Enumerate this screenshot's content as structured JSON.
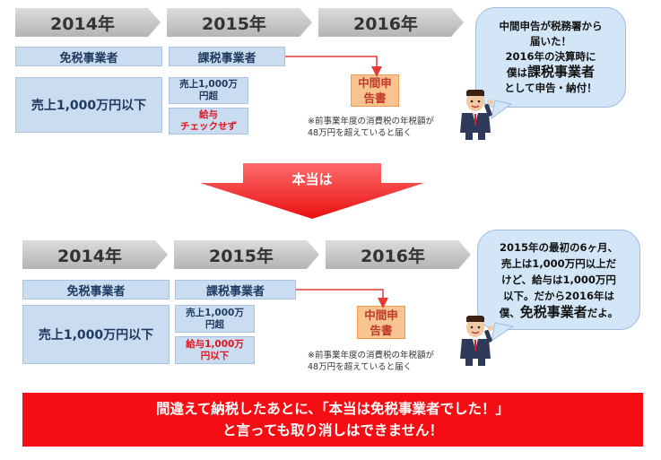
{
  "top": {
    "years": [
      "2014年",
      "2015年",
      "2016年"
    ],
    "status_2014": "免税事業者",
    "status_2015": "課税事業者",
    "sales_2014": "売上1,000万円以下",
    "sales_2015_line1": "売上1,000万",
    "sales_2015_line2": "円超",
    "salary_line1": "給与",
    "salary_line2": "チェックせず",
    "interim_line1": "中間申",
    "interim_line2": "告書",
    "note_line1": "※前事業年度の消費税の年税額が",
    "note_line2": "48万円を超えていると届く",
    "bubble_line1": "中間申告が税務署から",
    "bubble_line2": "届いた！",
    "bubble_line3": "2016年の決算時に",
    "bubble_line4_pre": "僕は",
    "bubble_line4_em": "課税事業者",
    "bubble_line5": "として申告・納付！"
  },
  "arrow_label": "本当は",
  "bottom": {
    "years": [
      "2014年",
      "2015年",
      "2016年"
    ],
    "status_2014": "免税事業者",
    "status_2015": "課税事業者",
    "sales_2014": "売上1,000万円以下",
    "sales_2015_line1": "売上1,000万",
    "sales_2015_line2": "円超",
    "salary_line1": "給与1,000万",
    "salary_line2": "円以下",
    "interim_line1": "中間申",
    "interim_line2": "告書",
    "note_line1": "※前事業年度の消費税の年税額が",
    "note_line2": "48万円を超えていると届く",
    "bubble_line1": "2015年の最初の6ヶ月、",
    "bubble_line2": "売上は1,000万円以上だ",
    "bubble_line3": "けど、給与は1,000万円",
    "bubble_line4": "以下。だから2016年は",
    "bubble_line5_pre": "僕、",
    "bubble_line5_em": "免税事業者",
    "bubble_line5_post": "だよ。"
  },
  "banner": {
    "line1": "間違えて納税したあとに、「本当は免税事業者でした！」",
    "line2": "と言っても取り消しはできません！"
  },
  "colors": {
    "accent_red": "#f40d12",
    "box_blue": "#c9dcf0",
    "box_orange": "#f8c490",
    "connector_red": "#e53935"
  },
  "icons": [
    "businessman-icon",
    "down-arrow-icon"
  ]
}
